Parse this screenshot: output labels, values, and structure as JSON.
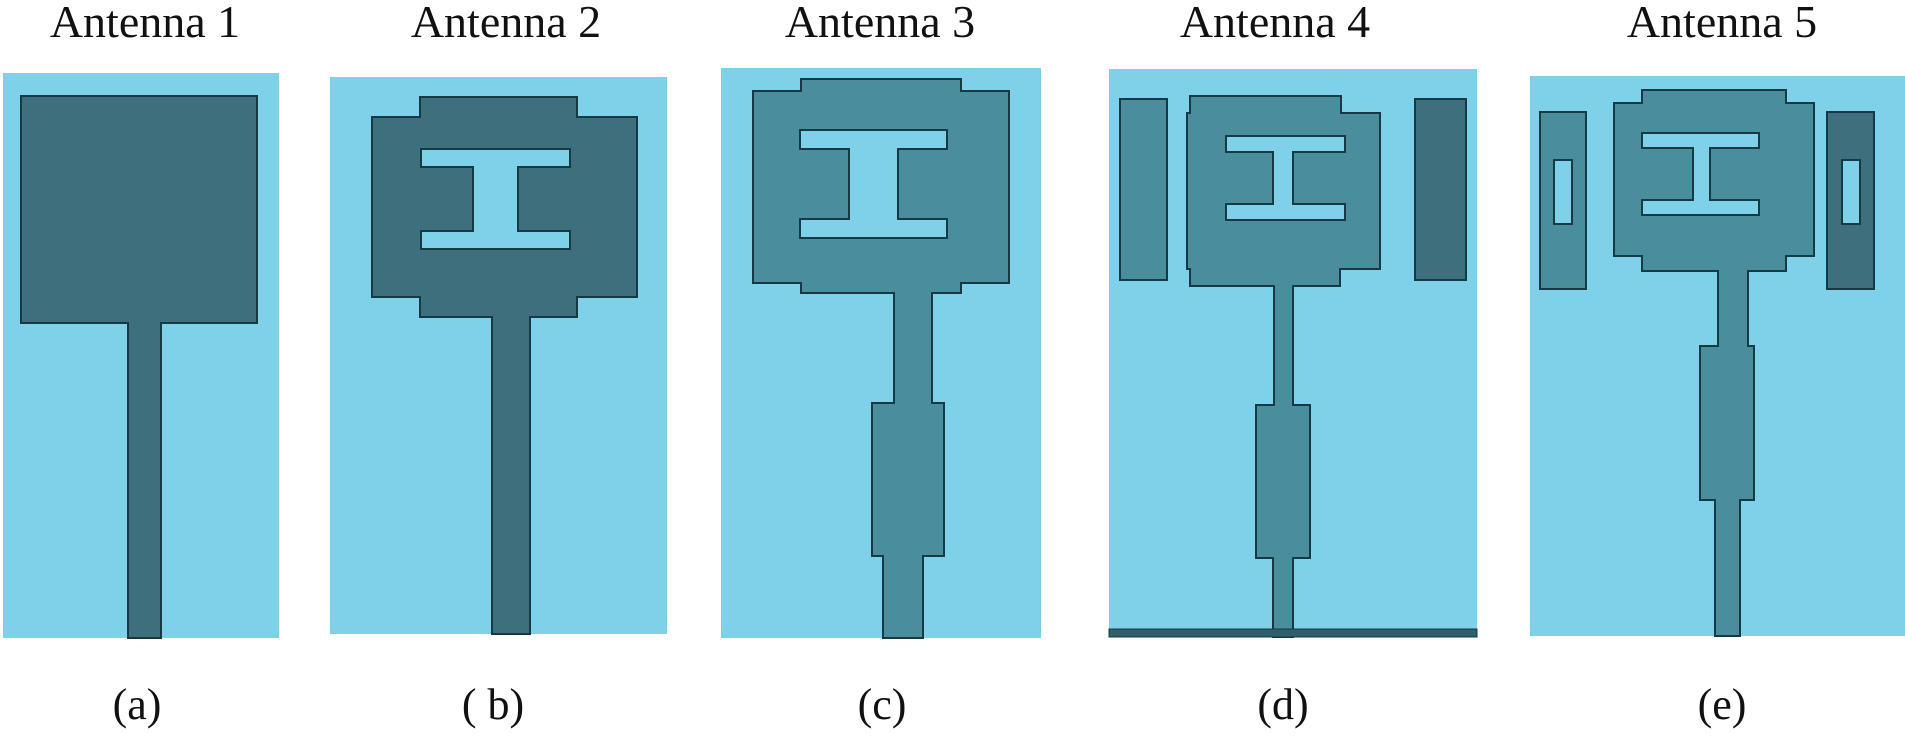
{
  "colors": {
    "substrate": "#7fd1ea",
    "patch_dark": "#3e6f7c",
    "patch_light": "#4a8e9e",
    "outline": "#163a44"
  },
  "antennas": [
    {
      "title": "Antenna 1",
      "caption": "(a)"
    },
    {
      "title": "Antenna 2",
      "caption": "( b)"
    },
    {
      "title": "Antenna 3",
      "caption": "(c)"
    },
    {
      "title": "Antenna 4",
      "caption": "(d)"
    },
    {
      "title": "Antenna 5",
      "caption": "(e)"
    }
  ]
}
